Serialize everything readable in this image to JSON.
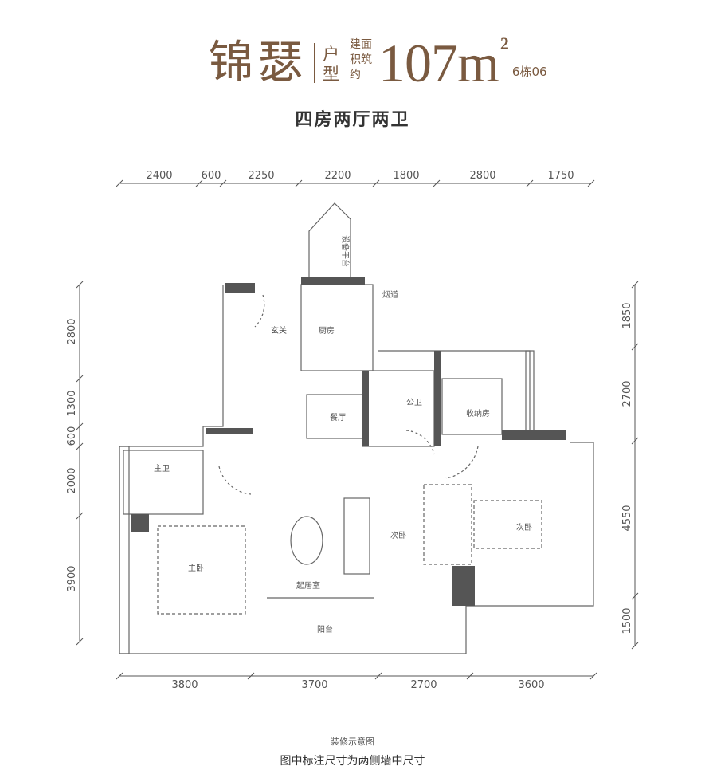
{
  "header": {
    "name": "锦瑟",
    "type_label": "户型",
    "area_label": "建面积筑约",
    "area_value": "107m",
    "area_sup": "2",
    "building": "6栋06",
    "subtitle": "四房两厅两卫"
  },
  "dimensions": {
    "top": [
      "2400",
      "600",
      "2250",
      "2200",
      "1800",
      "2800",
      "1750"
    ],
    "bottom": [
      "3800",
      "3700",
      "2700",
      "3600"
    ],
    "left": [
      "2800",
      "1300",
      "600",
      "2000",
      "3900"
    ],
    "right": [
      "1850",
      "2700",
      "4550",
      "1500"
    ]
  },
  "rooms": {
    "equipment_platform": "设备平台",
    "flue": "烟道",
    "foyer": "玄关",
    "kitchen": "厨房",
    "dining": "餐厅",
    "public_bath": "公卫",
    "storage": "收纳房",
    "master_bath": "主卫",
    "master_bedroom": "主卧",
    "living": "起居室",
    "bedroom_2": "次卧",
    "bedroom_3": "次卧",
    "balcony": "阳台"
  },
  "colors": {
    "brand": "#7a5a40",
    "wall": "#555555"
  },
  "footer": {
    "caption": "装修示意图",
    "note": "图中标注尺寸为两侧墙中尺寸"
  }
}
